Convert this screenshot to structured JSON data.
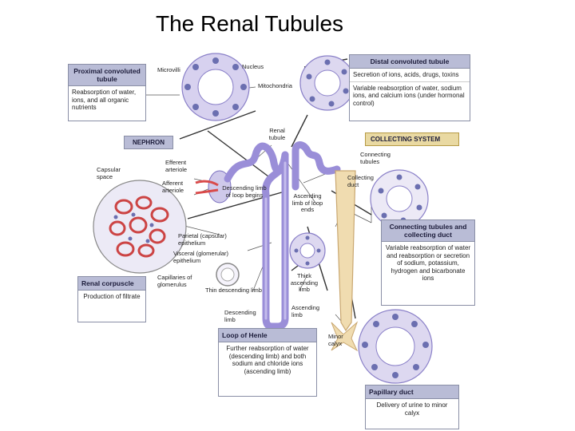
{
  "title": "The Renal Tubules",
  "colors": {
    "header_fill": "#b9bcd6",
    "collecting_fill": "#e9d9a2",
    "tubule": "#9a8ed8",
    "duct": "#f0dcb0",
    "vessel": "#d94a4a",
    "cell": "#c9c4e6",
    "nucleus": "#6b6fb0"
  },
  "boxes": {
    "pct": {
      "header": "Proximal convoluted tubule",
      "body": "Reabsorption of water, ions, and all organic nutrients"
    },
    "dct": {
      "header": "Distal convoluted tubule",
      "body1": "Secretion of ions, acids, drugs, toxins",
      "body2": "Variable reabsorption of water, sodium ions, and calcium ions (under hormonal control)"
    },
    "collecting_system": "COLLECTING SYSTEM",
    "nephron": "NEPHRON",
    "connecting": {
      "header": "Connecting tubules and collecting duct",
      "body": "Variable reabsorption of water and reabsorption or secretion of sodium, potassium, hydrogen and bicarbonate ions"
    },
    "corpuscle": {
      "header": "Renal corpuscle",
      "body": "Production of filtrate"
    },
    "loop": {
      "header": "Loop of Henle",
      "body": "Further reabsorption of water (descending limb) and both sodium and chloride ions (ascending limb)"
    },
    "papillary": {
      "header": "Papillary duct",
      "body": "Delivery of urine to minor calyx"
    }
  },
  "labels": {
    "microvilli": "Microvilli",
    "nucleus": "Nucleus",
    "mitochondria": "Mitochondria",
    "renal_tubule": "Renal tubule",
    "efferent": "Efferent arteriole",
    "afferent": "Afferent arteriole",
    "capsular_space": "Capsular space",
    "connecting_tubules": "Connecting tubules",
    "collecting_duct": "Collecting duct",
    "descending_limb_begins": "Descending limb of loop begins",
    "ascending_limb_ends": "Ascending limb of loop ends",
    "parietal": "Parietal (capsular) epithelium",
    "visceral": "Visceral (glomerular) epithelium",
    "capillaries": "Capillaries of glomerulus",
    "thin_descending": "Thin descending limb",
    "thick_ascending": "Thick ascending limb",
    "descending_limb": "Descending limb",
    "ascending_limb": "Ascending limb",
    "minor_calyx": "Minor calyx"
  }
}
